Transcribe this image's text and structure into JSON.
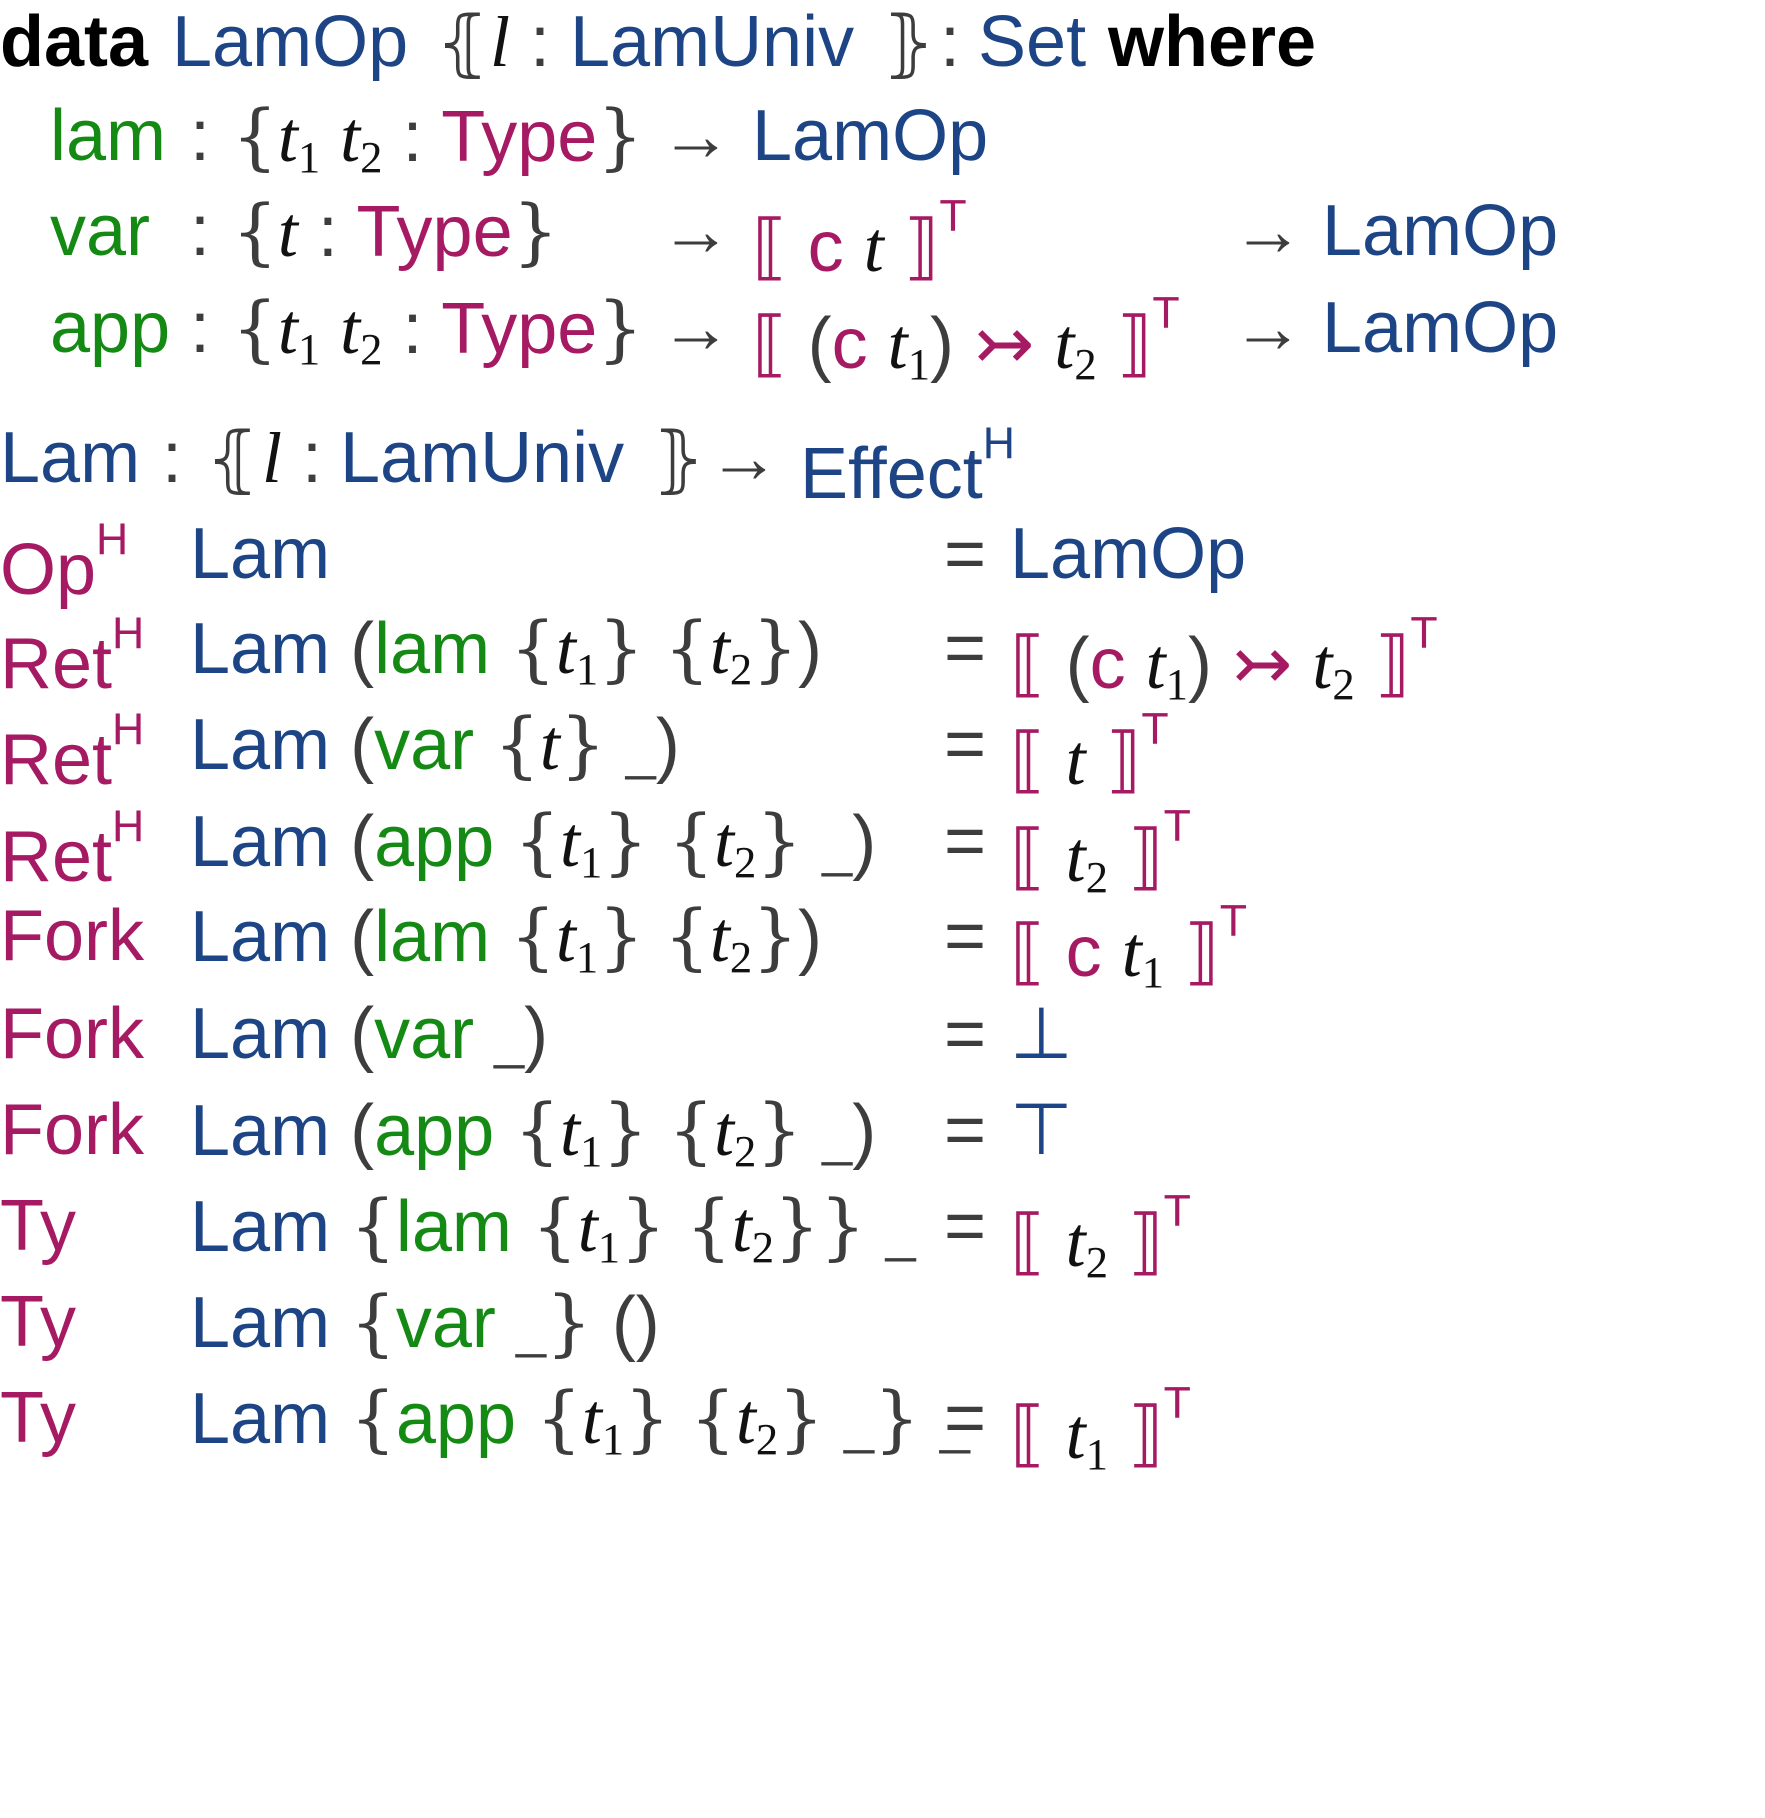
{
  "colors": {
    "keyword": "#000000",
    "type": "#1d4585",
    "constructor": "#148a14",
    "function": "#a51a63",
    "punctuation": "#3d3d3d"
  },
  "decl": {
    "kw_data": "data",
    "name": "LamOp",
    "bracket_open": "⦃",
    "param": "l",
    "colon": ":",
    "param_type": "LamUniv",
    "bracket_close": "⦄",
    "sort": "Set",
    "kw_where": "where"
  },
  "constructors": [
    {
      "name": "lam",
      "implicit": "{t₁ t₂ : Type}",
      "arg": "",
      "result": "LamOp"
    },
    {
      "name": "var",
      "implicit": "{t : Type}",
      "arg": "⟦ c t ⟧ᵀ",
      "result": "LamOp"
    },
    {
      "name": "app",
      "implicit": "{t₁ t₂ : Type}",
      "arg": "⟦ (c t₁) ↣ t₂ ⟧ᵀ",
      "result": "LamOp"
    }
  ],
  "signature": {
    "name": "Lam",
    "colon": ":",
    "bracket_open": "⦃",
    "param": "l",
    "param_type": "LamUniv",
    "bracket_close": "⦄",
    "arrow": "→",
    "result": "Effect",
    "result_sup": "H"
  },
  "equations": [
    {
      "fn": "Op",
      "sup": "H",
      "lhs": "Lam",
      "eq": "=",
      "rhs": "LamOp"
    },
    {
      "fn": "Ret",
      "sup": "H",
      "lhs": "Lam (lam {t₁} {t₂})",
      "eq": "=",
      "rhs": "⟦ (c t₁) ↣ t₂ ⟧ᵀ"
    },
    {
      "fn": "Ret",
      "sup": "H",
      "lhs": "Lam (var {t} _)",
      "eq": "=",
      "rhs": "⟦ t ⟧ᵀ"
    },
    {
      "fn": "Ret",
      "sup": "H",
      "lhs": "Lam (app {t₁} {t₂} _)",
      "eq": "=",
      "rhs": "⟦ t₂ ⟧ᵀ"
    },
    {
      "fn": "Fork",
      "sup": "",
      "lhs": "Lam (lam {t₁} {t₂})",
      "eq": "=",
      "rhs": "⟦ c t₁ ⟧ᵀ"
    },
    {
      "fn": "Fork",
      "sup": "",
      "lhs": "Lam (var _)",
      "eq": "=",
      "rhs": "⊥"
    },
    {
      "fn": "Fork",
      "sup": "",
      "lhs": "Lam (app {t₁} {t₂} _)",
      "eq": "=",
      "rhs": "⊤"
    },
    {
      "fn": "Ty",
      "sup": "",
      "lhs": "Lam {lam {t₁} {t₂}} _",
      "eq": "=",
      "rhs": "⟦ t₂ ⟧ᵀ"
    },
    {
      "fn": "Ty",
      "sup": "",
      "lhs": "Lam {var _} ()",
      "eq": "",
      "rhs": ""
    },
    {
      "fn": "Ty",
      "sup": "",
      "lhs": "Lam {app {t₁} {t₂} _} _",
      "eq": "=",
      "rhs": "⟦ t₁ ⟧ᵀ"
    }
  ]
}
